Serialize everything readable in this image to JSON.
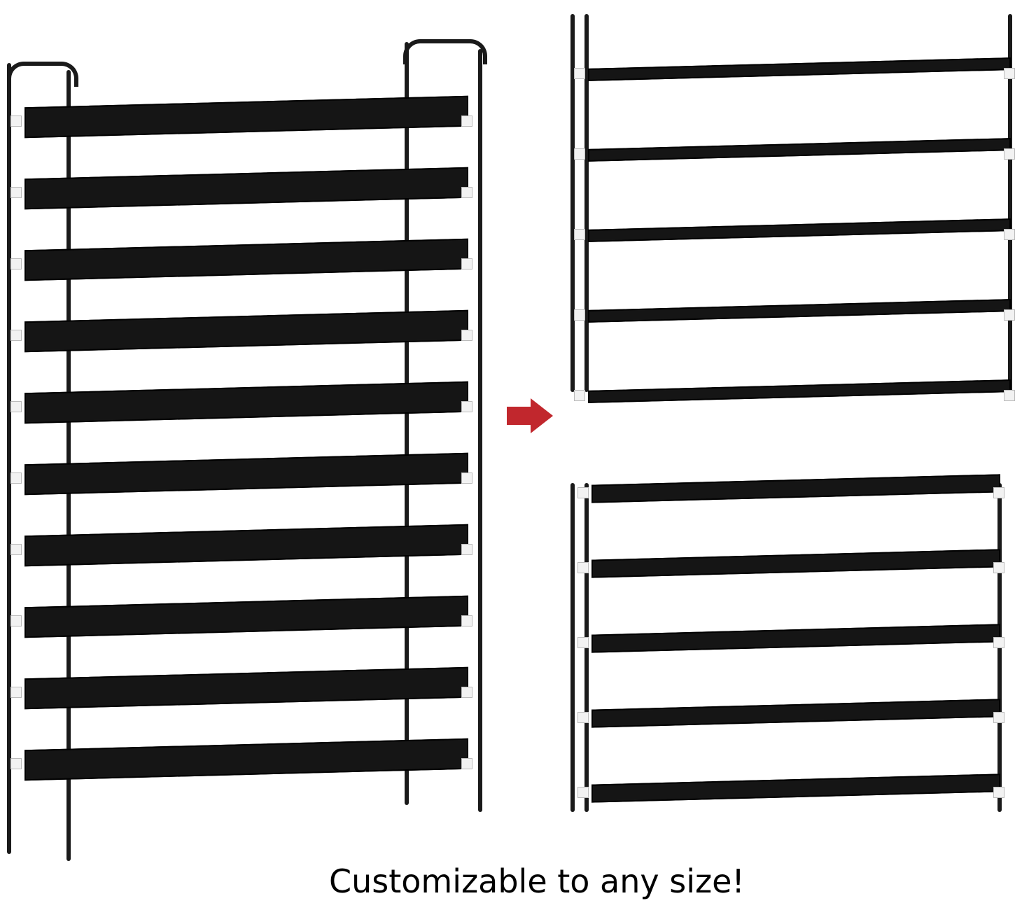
{
  "caption": "Customizable to any size!",
  "colors": {
    "shelf": "#151515",
    "frame": "#1a1a1a",
    "joint": "#f2f2f2",
    "arrow": "#c1272d",
    "background": "#ffffff"
  },
  "left_rack": {
    "tiers": 10,
    "icon": "shoe-rack-10-tier"
  },
  "right_top_rack": {
    "tiers": 5,
    "icon": "shoe-rack-5-tier-with-items"
  },
  "right_bottom_rack": {
    "tiers": 5,
    "icon": "shoe-rack-stepped-with-shoes"
  },
  "arrow": {
    "icon": "arrow-right-icon"
  }
}
